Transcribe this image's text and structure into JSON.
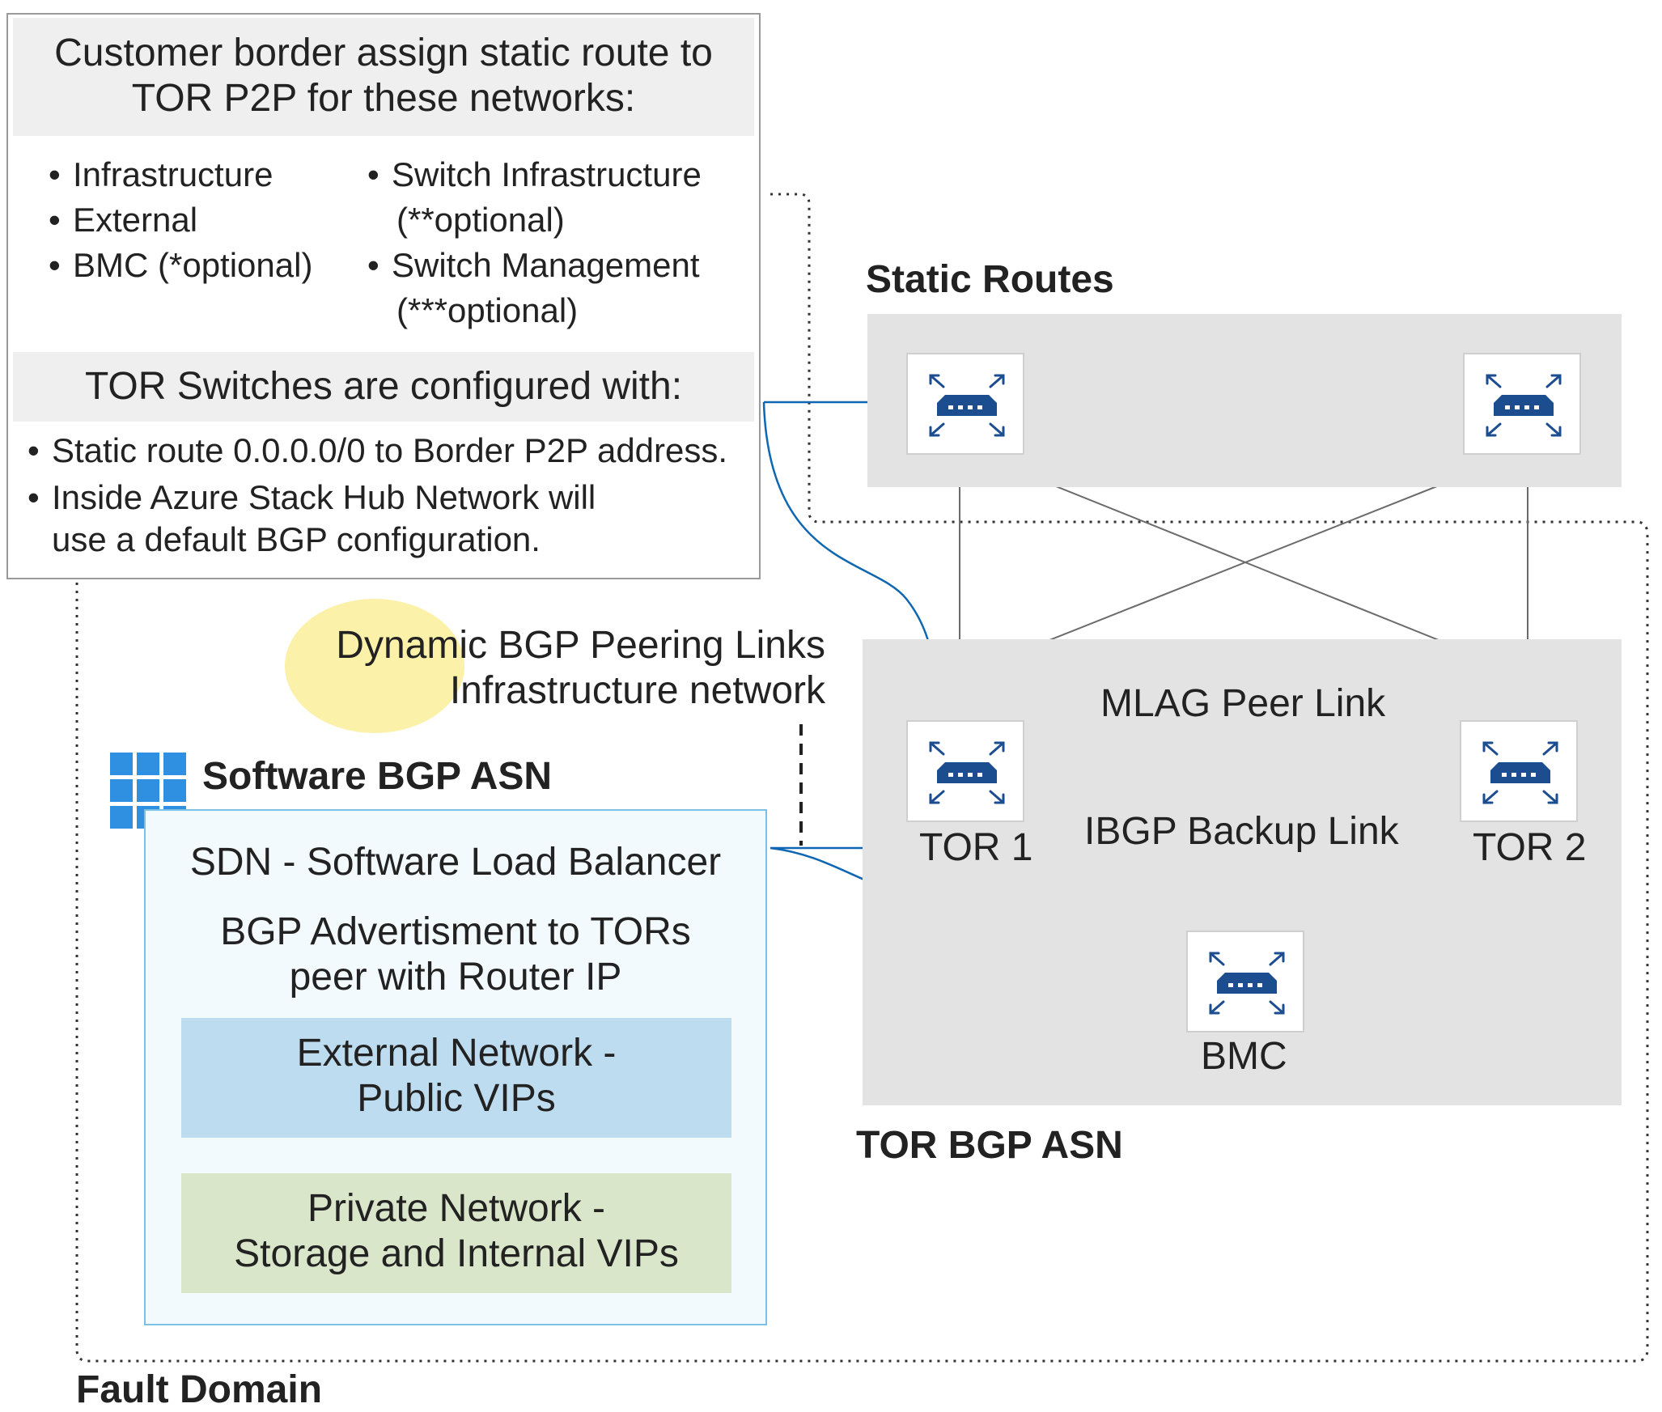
{
  "top_box": {
    "header": "Customer border assign static route to TOR P2P for these networks:",
    "networks_left": [
      "Infrastructure",
      "External",
      "BMC (*optional)"
    ],
    "networks_right": [
      "Switch Infrastructure",
      "(**optional)",
      "Switch Management",
      "(***optional)"
    ],
    "config_header": "TOR Switches are configured with:",
    "config_item_1": "Static route 0.0.0.0/0 to Border P2P address.",
    "config_item_2_line_1": "Inside Azure Stack Hub Network will",
    "config_item_2_line_2": "use a default BGP configuration."
  },
  "static_routes": {
    "title": "Static Routes"
  },
  "peering_note": {
    "line_1": "Dynamic BGP Peering Links",
    "line_2": "Infrastructure network"
  },
  "tor_bgp": {
    "title": "TOR BGP ASN",
    "tor1_label": "TOR 1",
    "tor2_label": "TOR 2",
    "bmc_label": "BMC",
    "mlag_label": "MLAG Peer Link",
    "ibgp_label": "IBGP Backup Link"
  },
  "software_bgp": {
    "title": "Software BGP ASN",
    "sdn_label": "SDN - Software Load Balancer",
    "advert_line_1": "BGP Advertisment to TORs",
    "advert_line_2": "peer with Router IP",
    "external_line_1": "External Network -",
    "external_line_2": "Public VIPs",
    "private_line_1": "Private Network -",
    "private_line_2": "Storage and Internal VIPs"
  },
  "fault_domain": {
    "title": "Fault Domain"
  },
  "colors": {
    "accent_blue": "#0f67b1",
    "device_blue": "#1c4d8f",
    "panel_grey": "#e3e3e3",
    "external_blue": "#bedcef",
    "private_green": "#d9e6c9",
    "note_yellow": "#fbf1a9"
  },
  "icons": [
    "router-icon",
    "windows-logo-icon"
  ]
}
